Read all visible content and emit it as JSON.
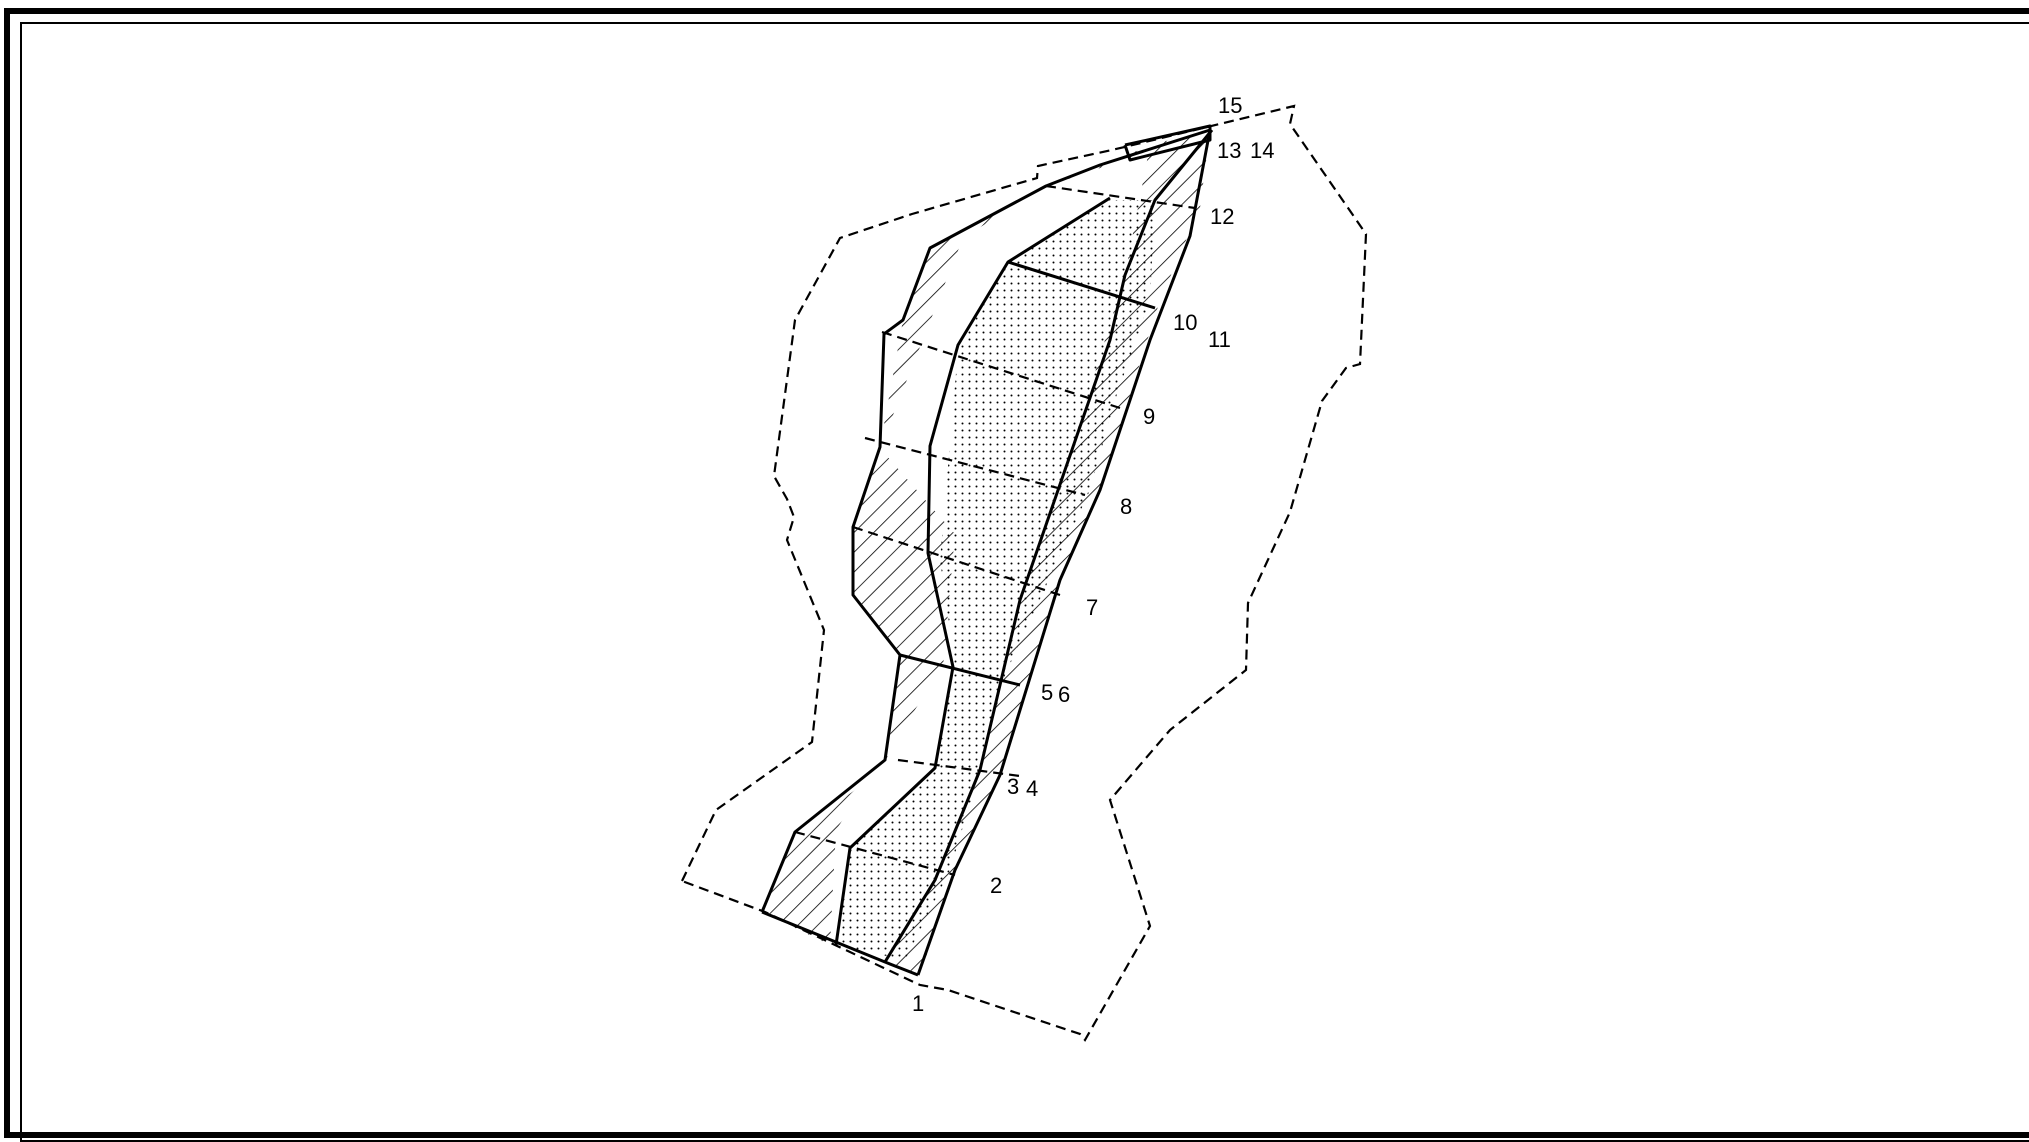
{
  "diagram": {
    "section_labels": [
      "1",
      "2",
      "3",
      "4",
      "5",
      "6",
      "7",
      "8",
      "9",
      "10",
      "11",
      "12",
      "13",
      "14",
      "15"
    ]
  }
}
